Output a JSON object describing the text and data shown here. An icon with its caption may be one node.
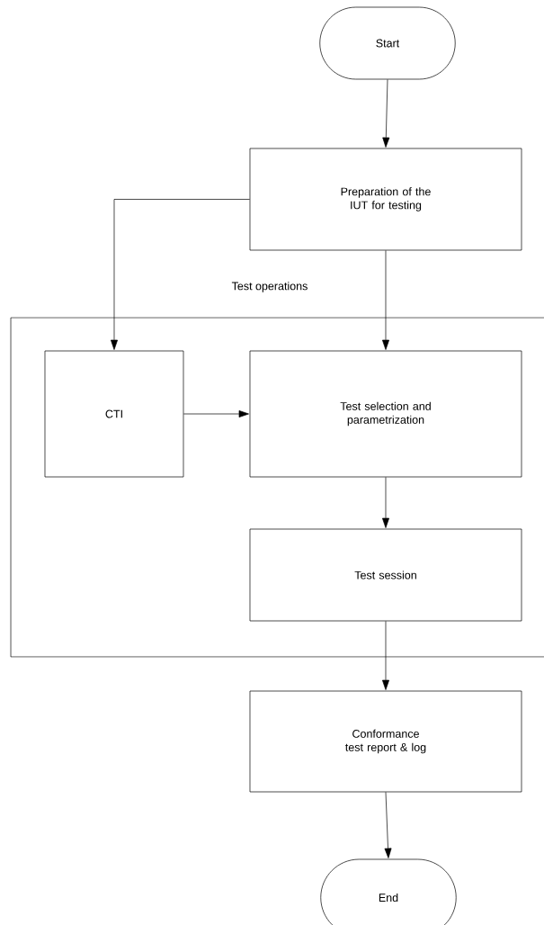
{
  "diagram": {
    "nodes": [
      {
        "text": [
          "Start"
        ]
      },
      {
        "text": [
          "Preparation of the IUT for testing"
        ]
      },
      {
        "text": [
          "Test operations"
        ]
      },
      {
        "text": [
          "CTI"
        ],
        "in": 2
      },
      {
        "text": [
          "Test selection and parametrization"
        ],
        "in": 2
      },
      {
        "text": [
          "Test session"
        ],
        "in": 2
      },
      {
        "text": [
          "Conformance test report & log"
        ]
      },
      {
        "text": [
          "End"
        ]
      }
    ],
    "edges": [
      {
        "from": 0,
        "to": 1,
        "arrow": "to"
      },
      {
        "from": 1,
        "to": 3,
        "arrow": "to"
      },
      {
        "from": 1,
        "to": 4,
        "arrow": "to"
      },
      {
        "from": 3,
        "to": 4,
        "arrow": "to"
      },
      {
        "from": 4,
        "to": 5,
        "arrow": "to"
      },
      {
        "from": 5,
        "to": 6,
        "arrow": "to"
      },
      {
        "from": 6,
        "to": 7,
        "arrow": "to"
      }
    ]
  }
}
